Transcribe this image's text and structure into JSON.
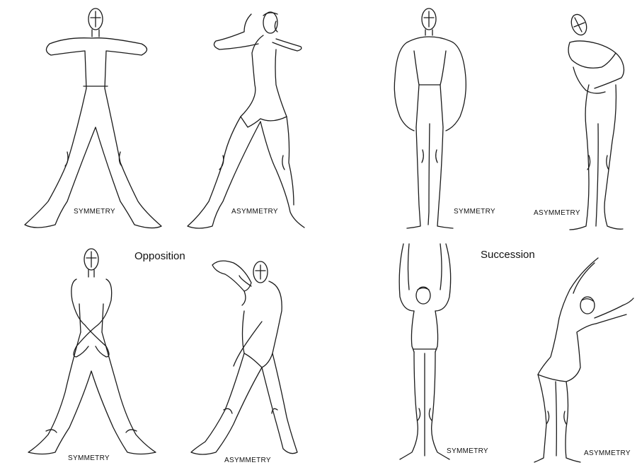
{
  "sections": [
    {
      "title": "Opposition",
      "figures": [
        {
          "caption": "SYMMETRY"
        },
        {
          "caption": "ASYMMETRY"
        },
        {
          "caption": "SYMMETRY"
        },
        {
          "caption": "ASYMMETRY"
        }
      ]
    },
    {
      "title": "Succession",
      "figures": [
        {
          "caption": "SYMMETRY"
        },
        {
          "caption": "ASYMMETRY"
        },
        {
          "caption": "SYMMETRY"
        },
        {
          "caption": "ASYMMETRY"
        }
      ]
    }
  ],
  "colors": {
    "line": "#1a1a1a",
    "background": "#ffffff"
  }
}
